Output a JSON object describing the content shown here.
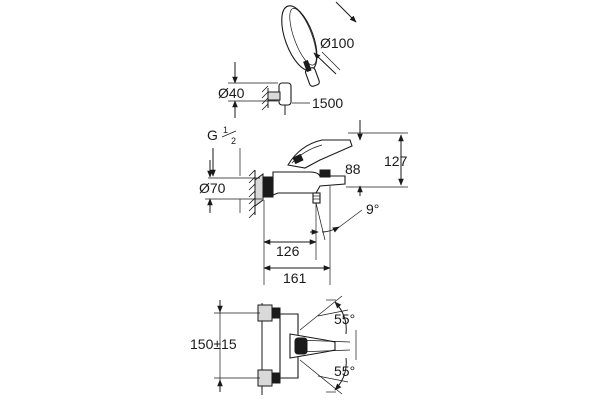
{
  "labels": {
    "shower_diameter": "Ø100",
    "holder_diameter": "Ø40",
    "hose_length": "1500",
    "thread_main": "G",
    "thread_num": "1",
    "thread_den": "2",
    "spout_height": "127",
    "lever_height": "88",
    "inlet_diameter": "Ø70",
    "spout_angle": "9°",
    "spout_reach": "126",
    "total_depth": "161",
    "rotate_up": "55°",
    "rotate_down": "55°",
    "connection_distance": "150±15"
  }
}
